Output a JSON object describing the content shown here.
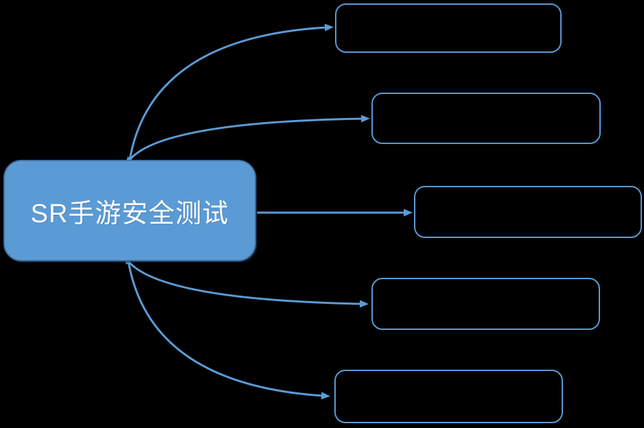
{
  "diagram": {
    "type": "mindmap",
    "root": {
      "label": "SR手游安全测试"
    },
    "children": [
      {
        "id": "branch-1",
        "label": ""
      },
      {
        "id": "branch-2",
        "label": ""
      },
      {
        "id": "branch-3",
        "label": ""
      },
      {
        "id": "branch-4",
        "label": ""
      },
      {
        "id": "branch-5",
        "label": ""
      }
    ],
    "connector_count": 5
  },
  "colors": {
    "bg": "#000000",
    "accent": "#5B9BD5",
    "root-fill": "#5B9BD5",
    "root-border": "#41719C",
    "root-text": "#FFFFFF"
  }
}
